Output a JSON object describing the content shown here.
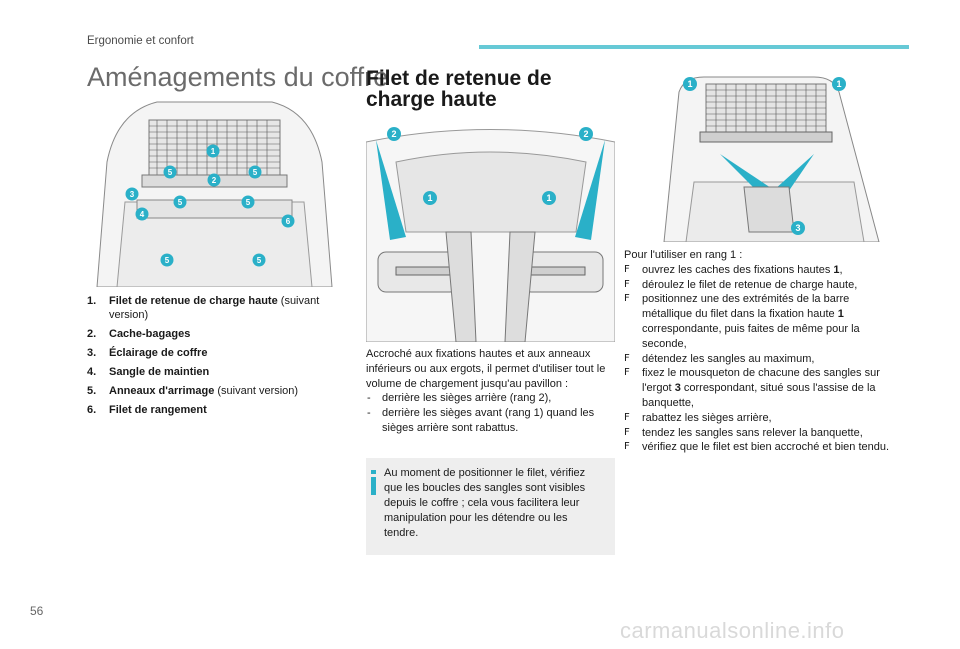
{
  "header": {
    "section": "Ergonomie et confort",
    "accent_color": "#66c9d6"
  },
  "page_title": "Aménagements du coffre",
  "legend": [
    {
      "num": "1.",
      "label": "Filet de retenue de charge haute",
      "note": " (suivant version)"
    },
    {
      "num": "2.",
      "label": "Cache-bagages",
      "note": ""
    },
    {
      "num": "3.",
      "label": "Éclairage de coffre",
      "note": ""
    },
    {
      "num": "4.",
      "label": "Sangle de maintien",
      "note": ""
    },
    {
      "num": "5.",
      "label": "Anneaux d'arrimage",
      "note": " (suivant version)"
    },
    {
      "num": "6.",
      "label": "Filet de rangement",
      "note": ""
    }
  ],
  "section_title": "Filet de retenue de charge haute",
  "intro": {
    "text": "Accroché aux fixations hautes et aux anneaux inférieurs ou aux ergots, il permet d'utiliser tout le volume de chargement jusqu'au pavillon :",
    "items": [
      "derrière les sièges arrière (rang 2),",
      "derrière les sièges avant (rang 1) quand les sièges arrière sont rabattus."
    ]
  },
  "info_box": {
    "text": "Au moment de positionner le filet, vérifiez que les boucles des sangles sont visibles depuis le coffre ; cela vous facilitera leur manipulation pour les détendre ou les tendre.",
    "icon_color": "#2ab0c8"
  },
  "procedure": {
    "intro": "Pour l'utiliser en rang 1 :",
    "bullet_symbol": "F",
    "steps": [
      {
        "pre": "ouvrez les caches des fixations hautes ",
        "bold": "1",
        "post": ","
      },
      {
        "pre": "déroulez le filet de retenue de charge haute,",
        "bold": "",
        "post": ""
      },
      {
        "pre": "positionnez une des extrémités de la barre métallique du filet dans la fixation haute ",
        "bold": "1",
        "post": " correspondante, puis faites de même pour la seconde,"
      },
      {
        "pre": "détendez les sangles au maximum,",
        "bold": "",
        "post": ""
      },
      {
        "pre": "fixez le mousqueton de chacune des sangles sur l'ergot ",
        "bold": "3",
        "post": " correspondant, situé sous l'assise de la banquette,"
      },
      {
        "pre": "rabattez les sièges arrière,",
        "bold": "",
        "post": ""
      },
      {
        "pre": "tendez les sangles sans relever la banquette,",
        "bold": "",
        "post": ""
      },
      {
        "pre": "vérifiez que le filet est bien accroché et bien tendu.",
        "bold": "",
        "post": ""
      }
    ]
  },
  "figure_callouts": {
    "trunk": [
      "1",
      "5",
      "5",
      "2",
      "3",
      "5",
      "5",
      "4",
      "6",
      "5",
      "5"
    ],
    "cabin": [
      "2",
      "2",
      "1",
      "1"
    ],
    "net": [
      "1",
      "1",
      "3"
    ]
  },
  "callout_color": "#2ab0c8",
  "page_number": "56",
  "watermark": "carmanualsonline.info"
}
